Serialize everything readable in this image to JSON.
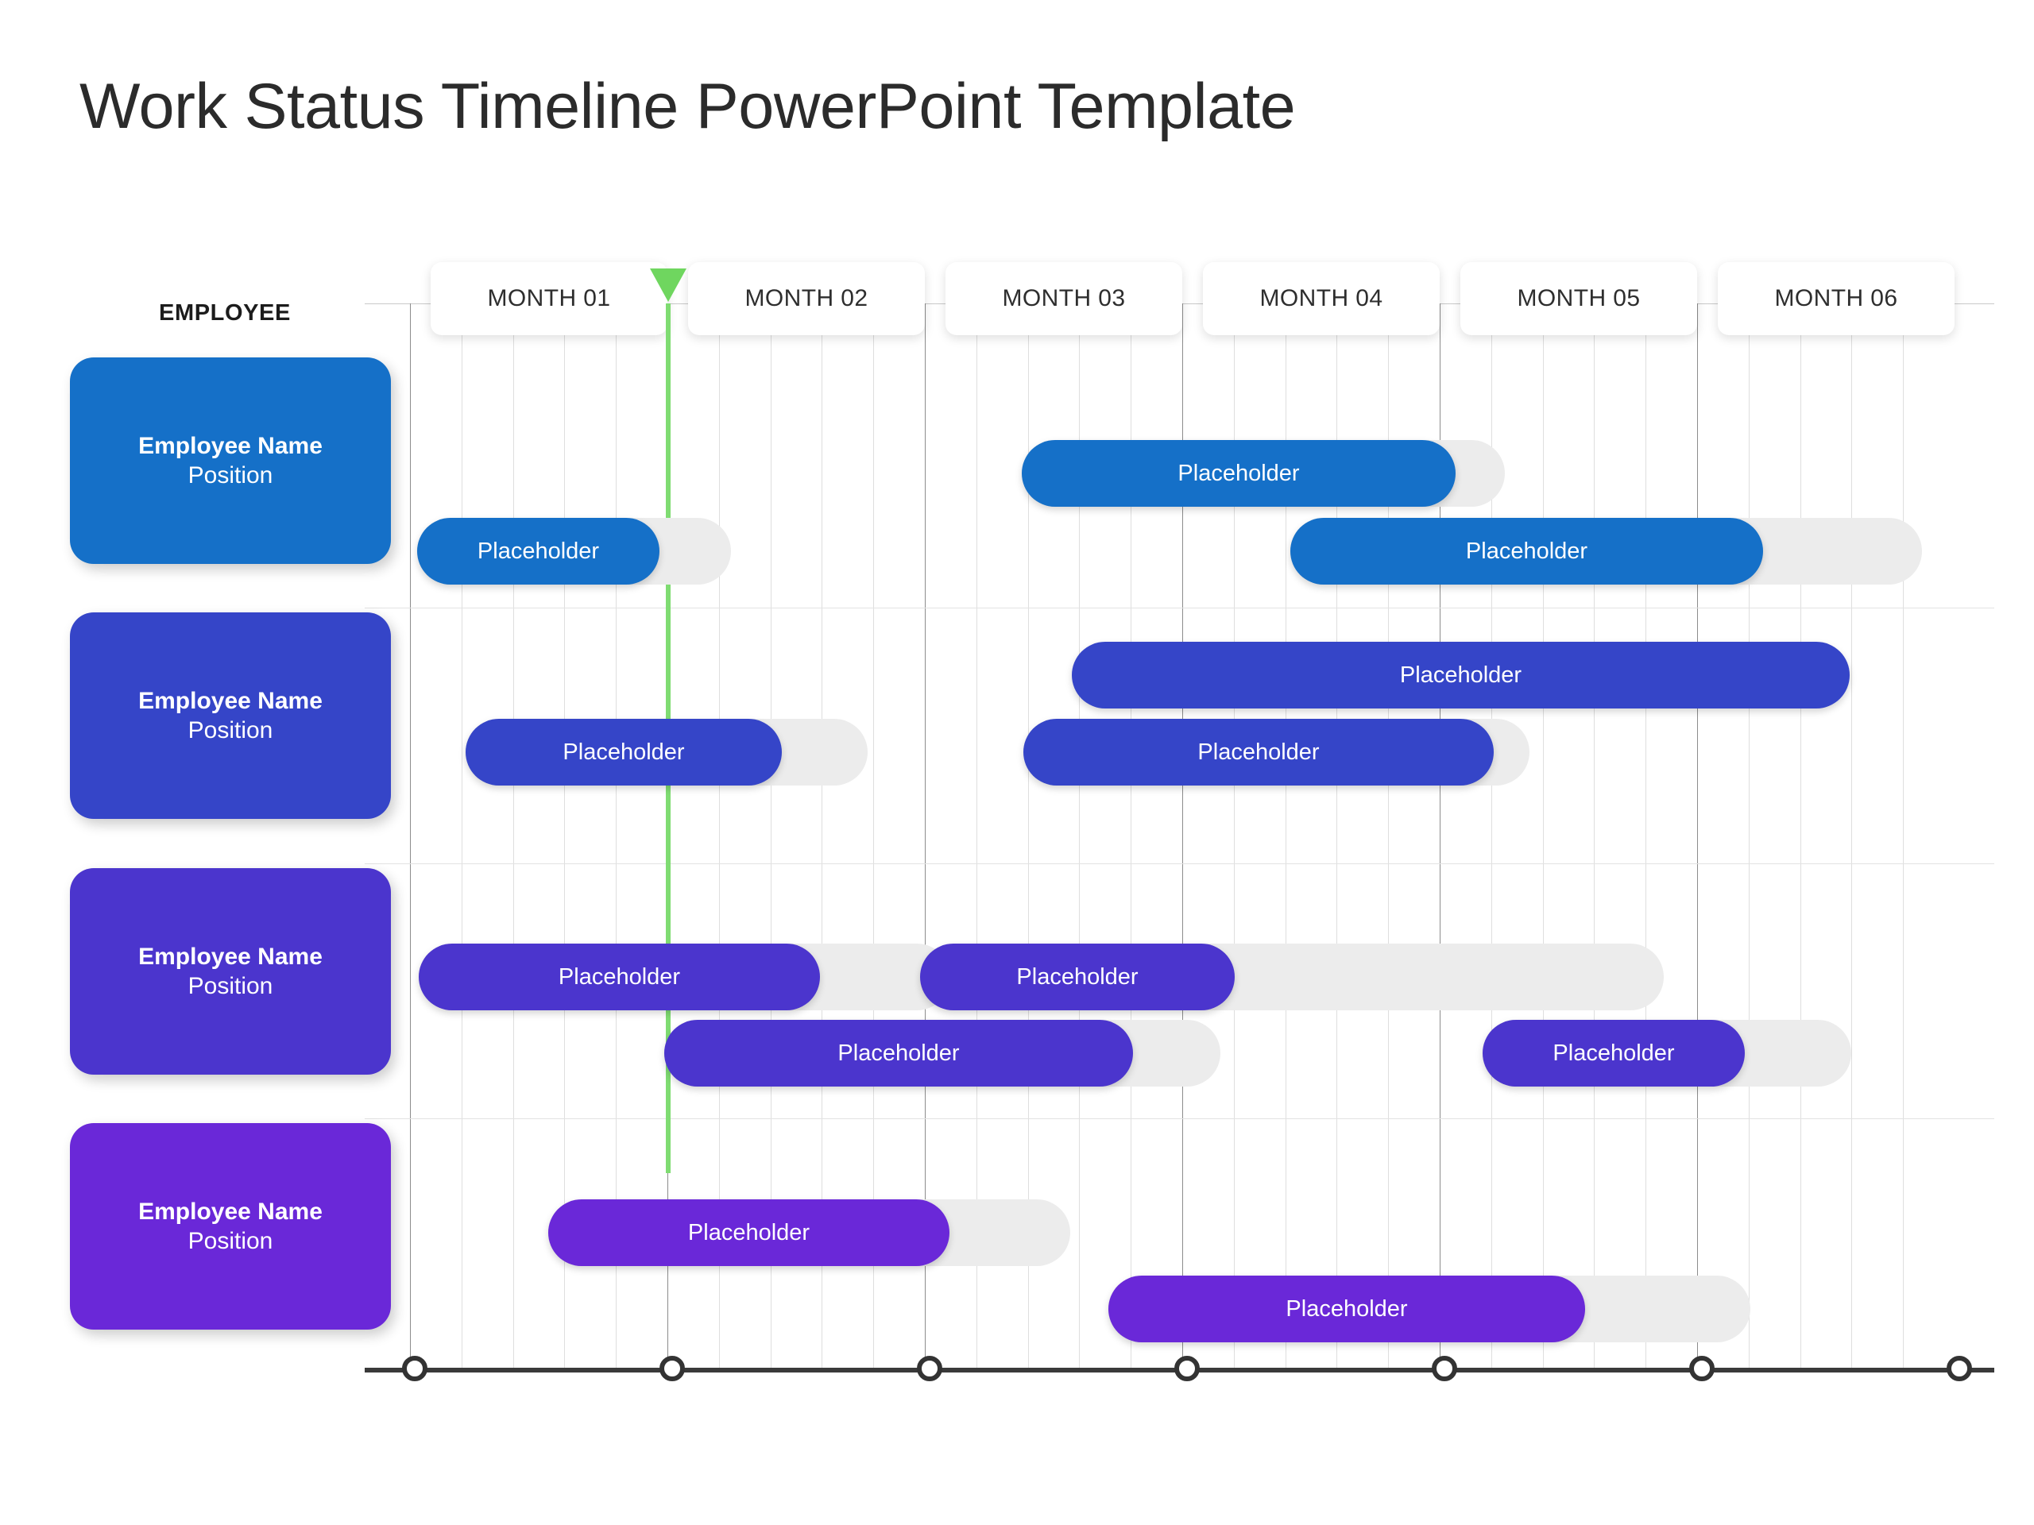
{
  "title": "Work Status Timeline PowerPoint Template",
  "employee_column_header": "EMPLOYEE",
  "colors": {
    "row1": "#1570c8",
    "row2": "#3545c8",
    "row3": "#4b35cd",
    "row4": "#6a28d8",
    "track": "#ececec",
    "marker": "#7fdc72",
    "gridline_major": "#8c8c8c",
    "gridline_minor": "#dedede",
    "axis": "#3a3a3a",
    "title_text": "#2b2b2b"
  },
  "months": [
    {
      "label": "MONTH 01"
    },
    {
      "label": "MONTH 02"
    },
    {
      "label": "MONTH 03"
    },
    {
      "label": "MONTH 04"
    },
    {
      "label": "MONTH 05"
    },
    {
      "label": "MONTH 06"
    }
  ],
  "employees": [
    {
      "name": "Employee Name",
      "position": "Position"
    },
    {
      "name": "Employee Name",
      "position": "Position"
    },
    {
      "name": "Employee Name",
      "position": "Position"
    },
    {
      "name": "Employee Name",
      "position": "Position"
    }
  ],
  "bars": [
    {
      "label": "Placeholder"
    },
    {
      "label": "Placeholder"
    },
    {
      "label": "Placeholder"
    },
    {
      "label": "Placeholder"
    },
    {
      "label": "Placeholder"
    },
    {
      "label": "Placeholder"
    },
    {
      "label": "Placeholder"
    },
    {
      "label": "Placeholder"
    },
    {
      "label": "Placeholder"
    },
    {
      "label": "Placeholder"
    }
  ],
  "chart_data": {
    "type": "bar",
    "title": "Work Status Timeline PowerPoint Template",
    "xlabel": "",
    "ylabel": "EMPLOYEE",
    "grid": true,
    "axis_categories": [
      "MONTH 01",
      "MONTH 02",
      "MONTH 03",
      "MONTH 04",
      "MONTH 05",
      "MONTH 06"
    ],
    "xlim": [
      0,
      6
    ],
    "marker_position_months": 1.0,
    "marker_label": "current",
    "axis_tick_count": 7,
    "series": [
      {
        "name": "Employee Name - Position",
        "row": 1,
        "color": "#1570c8",
        "tasks": [
          {
            "label": "Placeholder",
            "start_month": 2.4,
            "end_month": 3.84,
            "track_end_month": 4.0
          },
          {
            "label": "Placeholder",
            "start_month": 0.02,
            "end_month": 0.7,
            "track_end_month": 0.87
          }
        ]
      },
      {
        "name": "Employee Name - Position",
        "row": 2,
        "color": "#3545c8",
        "tasks": [
          {
            "label": "Placeholder",
            "start_month": 0.13,
            "end_month": 0.97,
            "track_end_month": 1.16
          },
          {
            "label": "Placeholder",
            "start_month": 2.58,
            "end_month": 4.64,
            "track_end_month": 4.64
          }
        ]
      },
      {
        "name": "Employee Name - Position",
        "row": 3,
        "color": "#4b35cd",
        "tasks": [
          {
            "label": "Placeholder",
            "start_month": 2.0,
            "end_month": 2.85,
            "track_end_month": 3.05
          },
          {
            "label": "Placeholder",
            "start_month": 0.03,
            "end_month": 0.98,
            "track_end_month": 1.27
          },
          {
            "label": "Placeholder",
            "start_month": 0.6,
            "end_month": 1.7,
            "track_end_month": 1.95
          },
          {
            "label": "Placeholder",
            "start_month": 3.57,
            "end_month": 4.18,
            "track_end_month": 4.5
          }
        ]
      },
      {
        "name": "Employee Name - Position",
        "row": 4,
        "color": "#6a28d8",
        "tasks": [
          {
            "label": "Placeholder",
            "start_month": 0.33,
            "end_month": 1.3,
            "track_end_month": 1.58
          },
          {
            "label": "Placeholder",
            "start_month": 2.0,
            "end_month": 3.51,
            "track_end_month": 3.9
          }
        ]
      }
    ]
  }
}
